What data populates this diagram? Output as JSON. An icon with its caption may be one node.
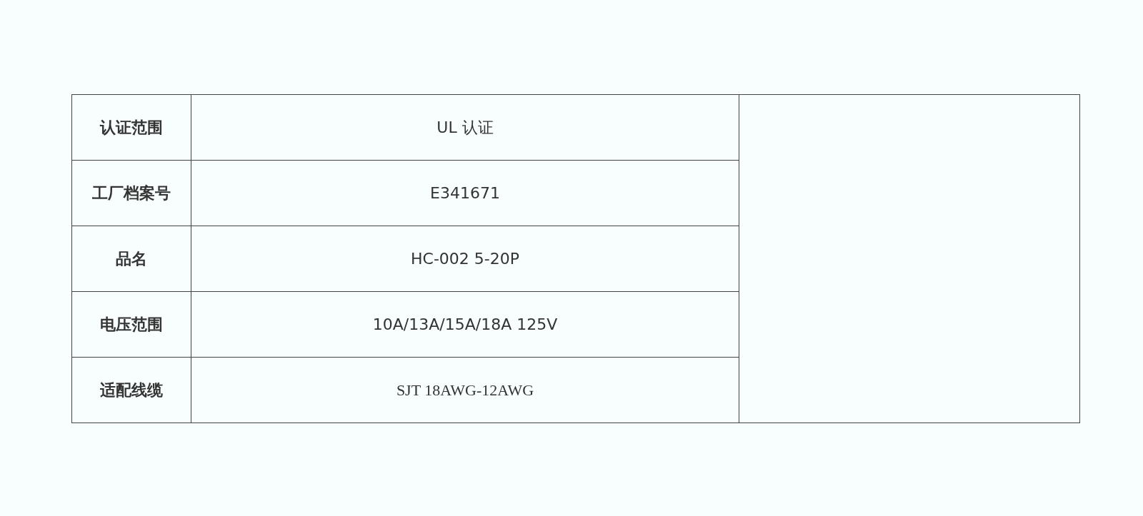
{
  "diagram": {
    "labels": [
      "认证范围",
      "UL 认证",
      "工厂档案号",
      "E341671",
      "品名",
      "HC-002 5-20P",
      "电压范围",
      "10A/13A/15A/18A 125V",
      "适配线缆",
      "SJT 18AWG-12AWG"
    ]
  }
}
